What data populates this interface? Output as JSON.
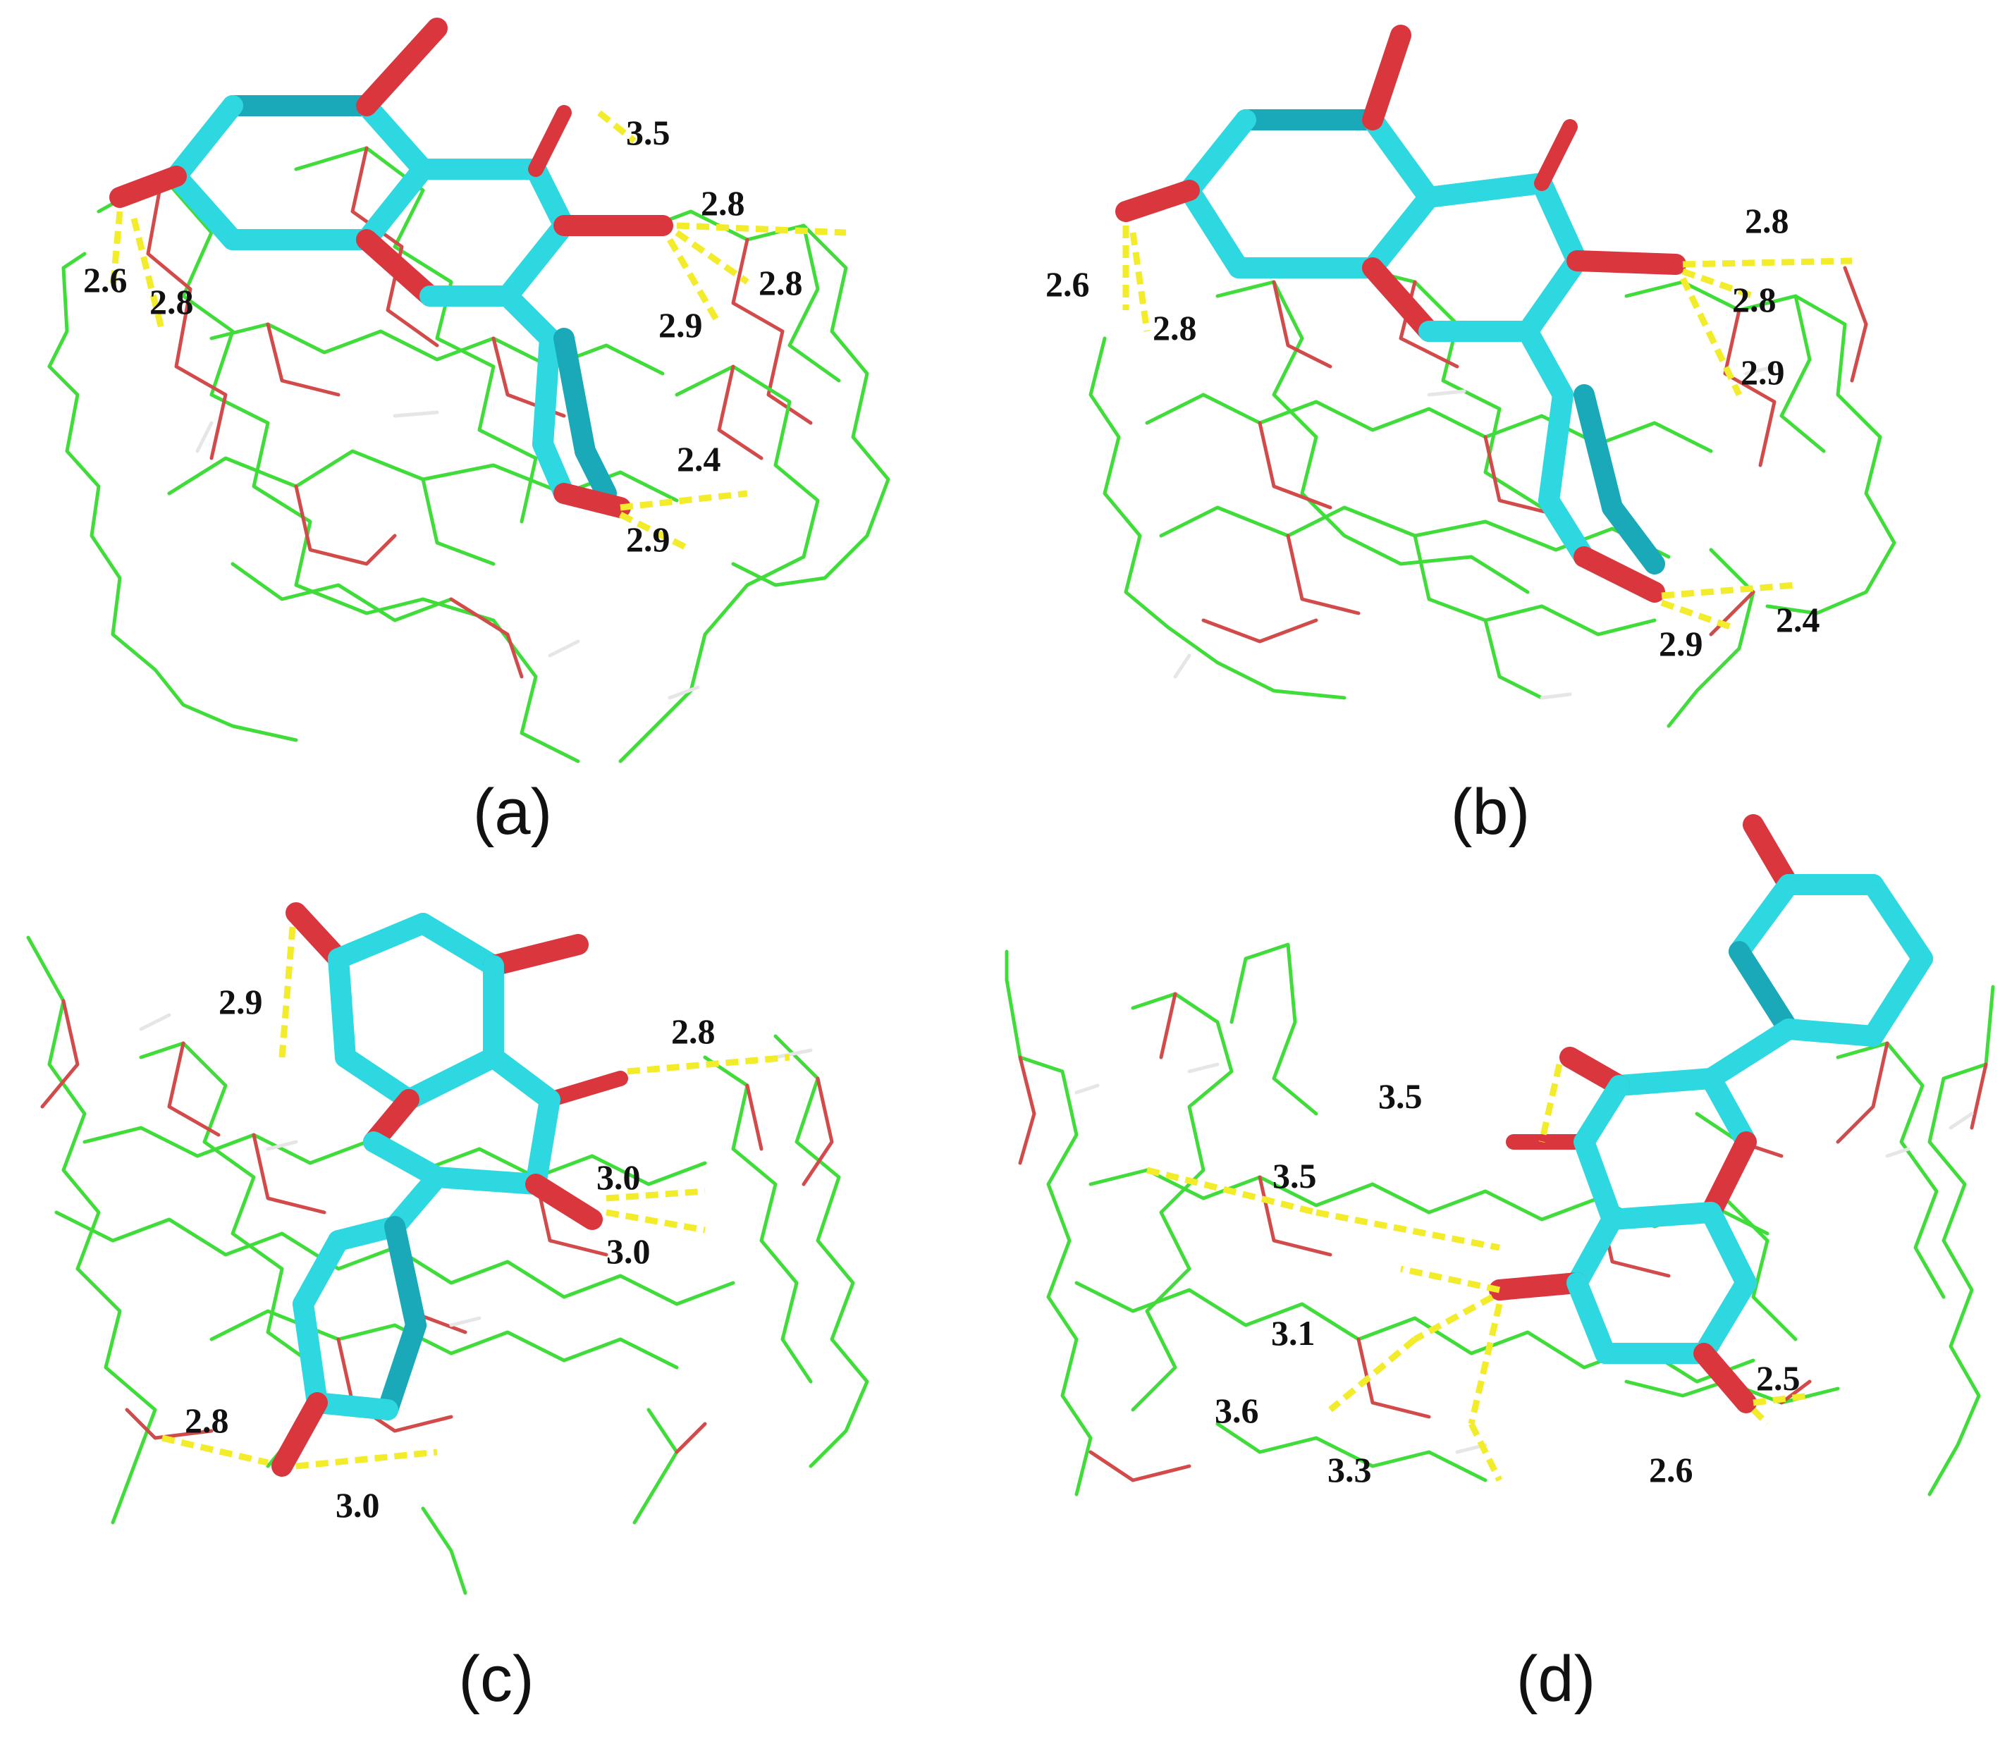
{
  "colors": {
    "background": "#ffffff",
    "guest_carbon": "#2ed8e0",
    "guest_carbon_dark": "#1aa9b8",
    "oxygen": "#d9363e",
    "host_carbon": "#3fdc3a",
    "host_oxygen": "#d24a4a",
    "hydrogen": "#e6e6e6",
    "hbond": "#f2ec2a",
    "label": "#111111"
  },
  "panels": [
    {
      "id": "a",
      "caption": "(a)",
      "labels": [
        "3.5",
        "2.8",
        "2.8",
        "2.9",
        "2.6",
        "2.8",
        "2.4",
        "2.9"
      ]
    },
    {
      "id": "b",
      "caption": "(b)",
      "labels": [
        "2.8",
        "2.8",
        "2.9",
        "2.6",
        "2.8",
        "2.4",
        "2.9"
      ]
    },
    {
      "id": "c",
      "caption": "(c)",
      "labels": [
        "2.9",
        "2.8",
        "3.0",
        "3.0",
        "2.8",
        "3.0"
      ]
    },
    {
      "id": "d",
      "caption": "(d)",
      "labels": [
        "3.5",
        "3.5",
        "3.1",
        "3.6",
        "3.3",
        "2.5",
        "2.6"
      ]
    }
  ]
}
